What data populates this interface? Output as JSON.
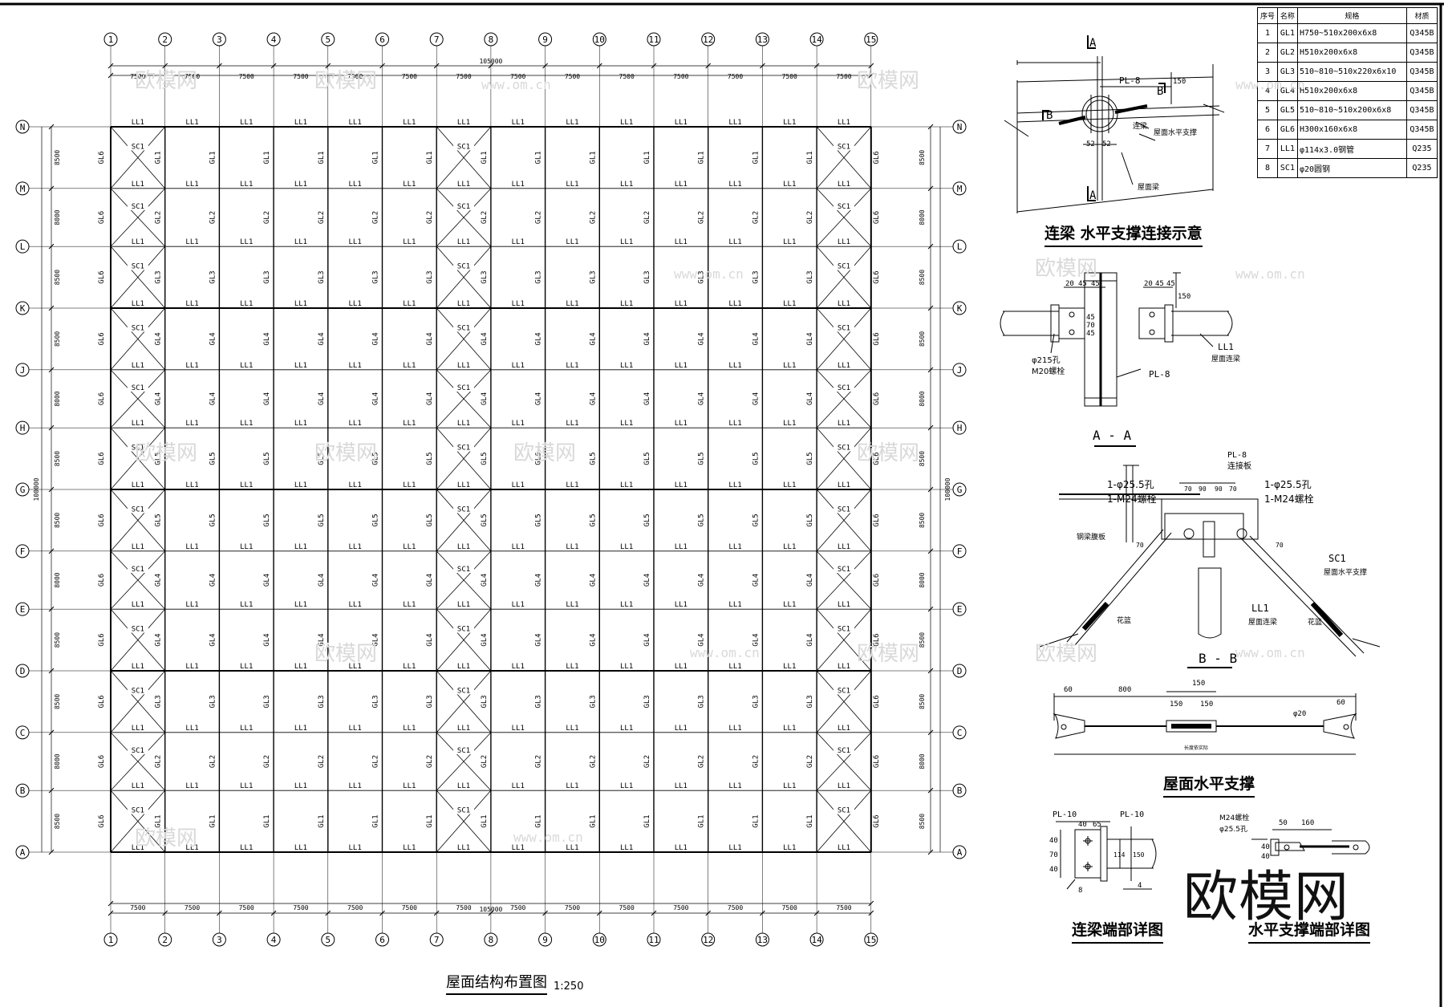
{
  "drawing": {
    "col_labels": [
      "1",
      "2",
      "3",
      "4",
      "5",
      "6",
      "7",
      "8",
      "9",
      "10",
      "11",
      "12",
      "13",
      "14",
      "15"
    ],
    "row_labels": [
      "N",
      "M",
      "L",
      "K",
      "J",
      "H",
      "G",
      "F",
      "E",
      "D",
      "C",
      "B",
      "A"
    ],
    "col_spacing": [
      "7500",
      "7500",
      "7500",
      "7500",
      "7500",
      "7500",
      "7500",
      "7500",
      "7500",
      "7500",
      "7500",
      "7500",
      "7500",
      "7500"
    ],
    "col_total": "105000",
    "row_spacing": [
      "8500",
      "8000",
      "8500",
      "8500",
      "8000",
      "8500",
      "8500",
      "8000",
      "8500",
      "8500",
      "8000",
      "8500"
    ],
    "row_total": "100000",
    "plan_title": "屋面结构布置图",
    "plan_scale": "1:250",
    "member_labels": {
      "tie": "LL1",
      "brace": "SC1",
      "edge_beam": "GL6"
    },
    "beam_by_row_gap": [
      "GL1",
      "GL2",
      "GL3",
      "GL4",
      "GL4",
      "GL5",
      "GL5",
      "GL4",
      "GL4",
      "GL3",
      "GL2",
      "GL1"
    ],
    "braced_bays": [
      1,
      7,
      14
    ]
  },
  "spec_table": {
    "headers": [
      "序号",
      "名称",
      "规格",
      "材质"
    ],
    "rows": [
      [
        "1",
        "GL1",
        "H750~510x200x6x8",
        "Q345B"
      ],
      [
        "2",
        "GL2",
        "H510x200x6x8",
        "Q345B"
      ],
      [
        "3",
        "GL3",
        "510~810~510x220x6x10",
        "Q345B"
      ],
      [
        "4",
        "GL4",
        "H510x200x6x8",
        "Q345B"
      ],
      [
        "5",
        "GL5",
        "510~810~510x200x6x8",
        "Q345B"
      ],
      [
        "6",
        "GL6",
        "H300x160x6x8",
        "Q345B"
      ],
      [
        "7",
        "LL1",
        "φ114x3.0钢管",
        "Q235"
      ],
      [
        "8",
        "SC1",
        "φ20圆钢",
        "Q235"
      ]
    ]
  },
  "details": {
    "detail1": {
      "title": "连梁 水平支撑连接示意",
      "plate": "PL-8",
      "sec_a": "A",
      "sec_b": "B",
      "dim_150": "150",
      "dim_a": "52",
      "dim_b": "52",
      "note_tie": "连梁",
      "note_brace": "屋面水平支撑",
      "note_beam": "屋面梁"
    },
    "detail2": {
      "title": "A - A",
      "dims_left": [
        "20",
        "45",
        "45"
      ],
      "dims_right": [
        "20",
        "45",
        "45"
      ],
      "dim_150": "150",
      "dims_v": [
        "45",
        "70",
        "45"
      ],
      "hole": "φ215孔",
      "bolt": "M20螺栓",
      "plate": "PL-8",
      "tie": "LL1",
      "tie_note": "屋面连梁"
    },
    "detail3": {
      "title": "B - B",
      "plate": "PL-8",
      "conn": "连接板",
      "hole_l": "1-φ25.5孔",
      "bolt_l": "1-M24螺栓",
      "hole_r": "1-φ25.5孔",
      "bolt_r": "1-M24螺栓",
      "dims": [
        "70",
        "90",
        "90",
        "70"
      ],
      "dim_v": [
        "70",
        "70"
      ],
      "note_left": "钢梁腹板",
      "sc": "SC1",
      "sc_note": "屋面水平支撑",
      "tie": "LL1",
      "tie_note": "屋面连梁",
      "buckle_l": "花篮",
      "buckle_r": "花篮"
    },
    "detail4": {
      "title": "屋面水平支撑",
      "dims": [
        "60",
        "800",
        "150",
        "150",
        "150",
        "60"
      ],
      "rod": "φ20",
      "note": "长度依实际"
    },
    "detail5": {
      "title": "连梁端部详图",
      "plate_l": "PL-10",
      "plate_r": "PL-10",
      "dims_h": [
        "40",
        "65"
      ],
      "dims_v": [
        "40",
        "70",
        "40"
      ],
      "dim_114": "114",
      "dim_150": "150",
      "weld": "8",
      "weld2": "4"
    },
    "detail6": {
      "title": "水平支撑端部详图",
      "bolt": "M24螺栓",
      "hole": "φ25.5孔",
      "dims": [
        "50",
        "160"
      ],
      "dims_v": [
        "40",
        "40"
      ]
    }
  },
  "watermark": {
    "big": "欧模网",
    "small": "欧模网",
    "url": "www.om.cn"
  }
}
